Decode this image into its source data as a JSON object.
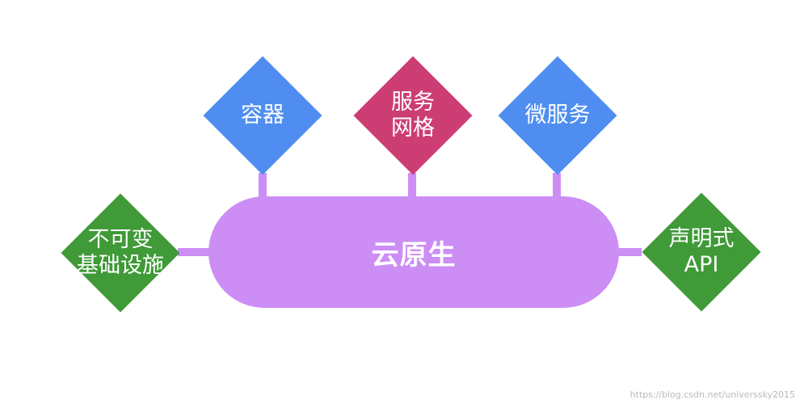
{
  "diagram": {
    "center": {
      "label": "云原生"
    },
    "nodes": {
      "containers": {
        "label": "容器"
      },
      "service_mesh": {
        "label": "服务\n网格"
      },
      "microservices": {
        "label": "微服务"
      },
      "immutable_infra": {
        "label": "不可变\n基础设施"
      },
      "declarative_api": {
        "label": "声明式\nAPI"
      }
    }
  },
  "colors": {
    "center": "#cc8ef5",
    "blue": "#4f8ef0",
    "crimson": "#cc3e73",
    "green": "#3f9a37"
  },
  "watermark": "https://blog.csdn.net/universsky2015"
}
